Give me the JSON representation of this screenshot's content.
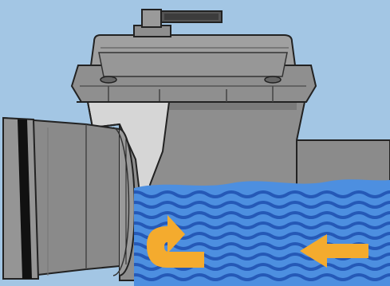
{
  "diagram": {
    "background_color": "#a3c6e4",
    "housing_color": "#8e8e8e",
    "housing_dark_color": "#6f6f6f",
    "lid_color": "#9b9b9b",
    "gasket_color": "#111111",
    "flap_color": "#d6d6d6",
    "water_color": "#4d8fe0",
    "wave_color": "#2559b7",
    "arrow_color": "#f4ab2e",
    "parts": [
      {
        "name": "handle",
        "icon": "handle-icon"
      },
      {
        "name": "lid",
        "icon": "lid-icon"
      },
      {
        "name": "valve-housing",
        "icon": "housing-icon"
      },
      {
        "name": "inlet-pipe-coupling",
        "icon": "pipe-icon"
      },
      {
        "name": "flap-valve",
        "icon": "flap-icon"
      },
      {
        "name": "water",
        "icon": "water-icon"
      },
      {
        "name": "backflow-arrows",
        "icon": "arrow-icon"
      }
    ]
  }
}
